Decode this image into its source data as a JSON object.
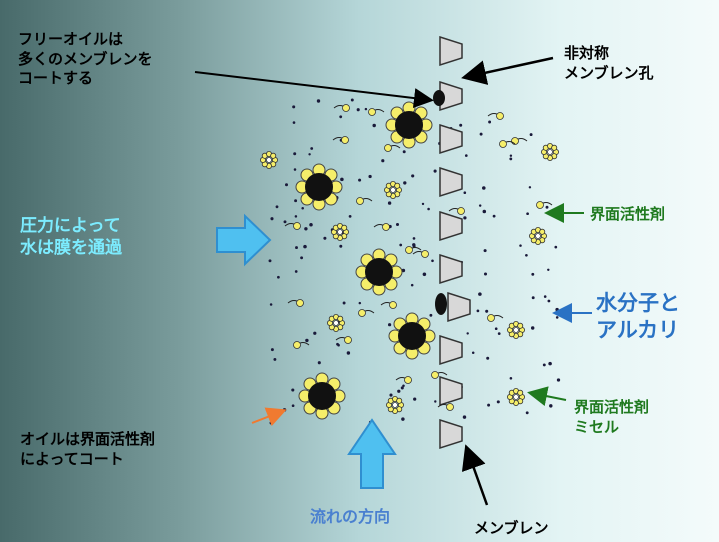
{
  "labels": {
    "free_oil": "フリーオイルは\n多くのメンブレンを\nコートする",
    "asymmetric_pore": "非対称\nメンブレン孔",
    "pressure": "圧力によって\n水は膜を通過",
    "surfactant": "界面活性剤",
    "water_alkali": "水分子と\nアルカリ",
    "micelle": "界面活性剤\nミセル",
    "oil_coated": "オイルは界面活性剤\nによってコート",
    "flow_direction": "流れの方向",
    "membrane": "メンブレン"
  },
  "colors": {
    "background_left": "#486a6a",
    "background_right": "#f4fbfb",
    "pressure_arrow": "#4fc0f0",
    "flow_arrow": "#4fc0f0",
    "oil_droplet": "#111111",
    "surfactant_head": "#f5ee6a",
    "membrane_element": "#d8d8d8",
    "green_arrow": "#1f7a1f",
    "blue_arrow": "#2a72c4",
    "orange_arrow": "#f07a30"
  }
}
